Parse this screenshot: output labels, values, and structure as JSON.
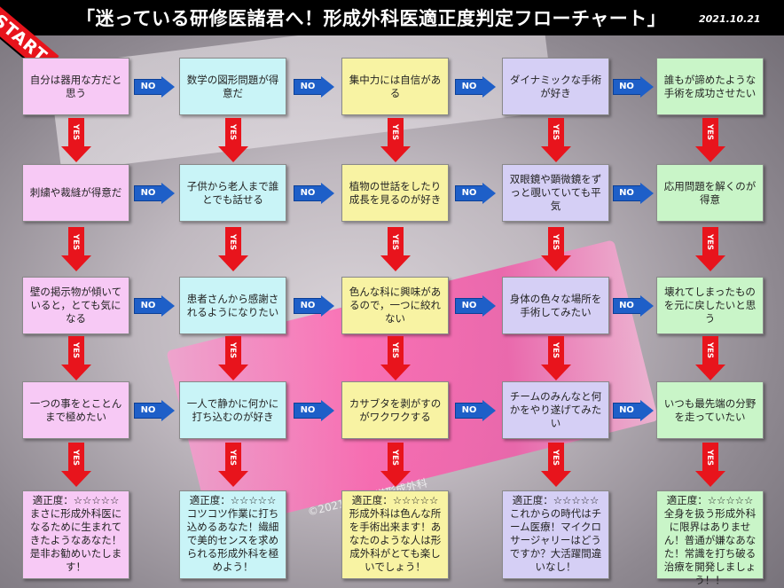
{
  "header": {
    "title": "「迷っている研修医諸君へ！形成外科医適正度判定フローチャート」",
    "date": "2021.10.21",
    "start_label": "START"
  },
  "labels": {
    "yes": "YES",
    "no": "NO"
  },
  "watermark": "©2021広島大学形成外科",
  "colors": {
    "pink": "#f7c9f5",
    "cyan": "#c9f4f7",
    "yellow": "#f8f3a3",
    "lavender": "#d5cff5",
    "green": "#c9f5c8",
    "yes_arrow": "#e8141c",
    "no_arrow": "#1e5fc8"
  },
  "grid": {
    "row1": [
      "自分は器用な方だと思う",
      "数学の図形問題が得意だ",
      "集中力には自信がある",
      "ダイナミックな手術が好き",
      "誰もが諦めたような手術を成功させたい"
    ],
    "row2": [
      "刺繍や裁縫が得意だ",
      "子供から老人まで誰とでも話せる",
      "植物の世話をしたり成長を見るのが好き",
      "双眼鏡や顕微鏡をずっと覗いていても平気",
      "応用問題を解くのが得意"
    ],
    "row3": [
      "壁の掲示物が傾いていると，とても気になる",
      "患者さんから感謝されるようになりたい",
      "色んな科に興味があるので，一つに絞れない",
      "身体の色々な場所を手術してみたい",
      "壊れてしまったものを元に戻したいと思う"
    ],
    "row4": [
      "一つの事をとことんまで極めたい",
      "一人で静かに何かに打ち込むのが好き",
      "カサブタを剥がすのがワクワクする",
      "チームのみんなと何かをやり遂げてみたい",
      "いつも最先端の分野を走っていたい"
    ]
  },
  "results": [
    "適正度：☆☆☆☆☆ まさに形成外科医になるために生まれてきたようなあなた！是非お勧めいたします！",
    "適正度：☆☆☆☆☆ コツコツ作業に打ち込めるあなた！繊細で美的センスを求められる形成外科を極めよう！",
    "適正度：☆☆☆☆☆ 形成外科は色んな所を手術出来ます！あなたのような人は形成外科がとても楽しいでしょう！",
    "適正度：☆☆☆☆☆ これからの時代はチーム医療！マイクロサージャリーはどうですか？大活躍間違いなし！",
    "適正度：☆☆☆☆☆ 全身を扱う形成外科に限界はありません！普通が嫌なあなた！常識を打ち破る治療を開発しましょう！！"
  ]
}
